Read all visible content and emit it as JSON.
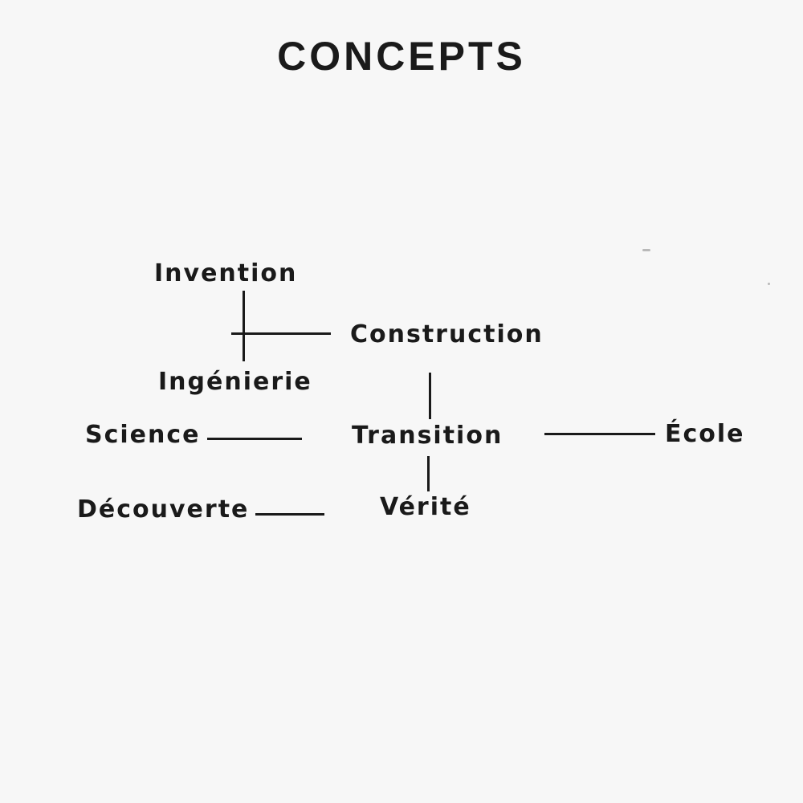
{
  "title": "CONCEPTS",
  "nodes": {
    "invention": "Invention",
    "construction": "Construction",
    "ingenierie": "Ingénierie",
    "science": "Science",
    "transition": "Transition",
    "ecole": "École",
    "decouverte": "Découverte",
    "verite": "Vérité"
  }
}
